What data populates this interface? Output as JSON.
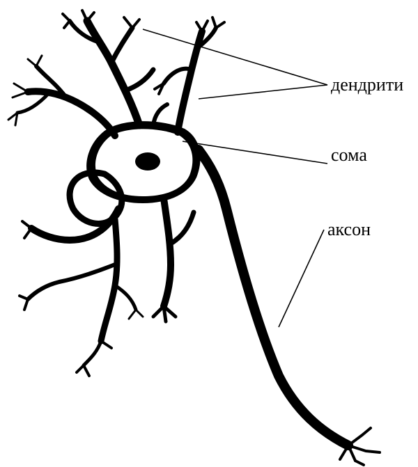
{
  "labels": {
    "dendrites": "дендрити",
    "soma": "сома",
    "axon": "аксон"
  },
  "colors": {
    "ink": "#000000",
    "background": "#ffffff"
  }
}
